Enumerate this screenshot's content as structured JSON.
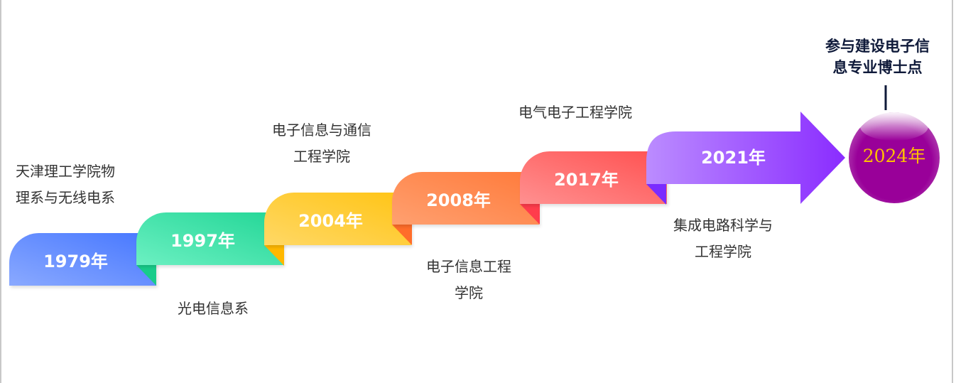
{
  "milestones": [
    {
      "year": "1979年",
      "label_line1": "天津理工学院物",
      "label_line2": "理系与无线电系",
      "color_from": "#8aa9ff",
      "color_to": "#4677ff"
    },
    {
      "year": "1997年",
      "label_line1": "光电信息系",
      "color_from": "#6cf0c2",
      "color_to": "#22d696",
      "fold": "#18cc8a"
    },
    {
      "year": "2004年",
      "label_line1": "电子信息与通信",
      "label_line2": "工程学院",
      "color_from": "#ffd866",
      "color_to": "#ffc414",
      "fold": "#ffb800"
    },
    {
      "year": "2008年",
      "label_line1": "电子信息工程",
      "label_line2": "学院",
      "color_from": "#ffa070",
      "color_to": "#ff7a3a",
      "fold": "#ff6d2a"
    },
    {
      "year": "2017年",
      "label_line1": "电气电子工程学院",
      "color_from": "#ff9090",
      "color_to": "#ff5050",
      "fold": "#ff3c4c"
    },
    {
      "year": "2021年",
      "label_line1": "集成电路科学与",
      "label_line2": "工程学院",
      "color_from": "#b98aff",
      "color_to": "#8a2cff",
      "fold": "#7a2cff"
    },
    {
      "year": "2024年",
      "label_line1": "参与建设电子信",
      "label_line2": "息专业博士点",
      "color": "#990099",
      "text_color": "#ffc000"
    }
  ]
}
